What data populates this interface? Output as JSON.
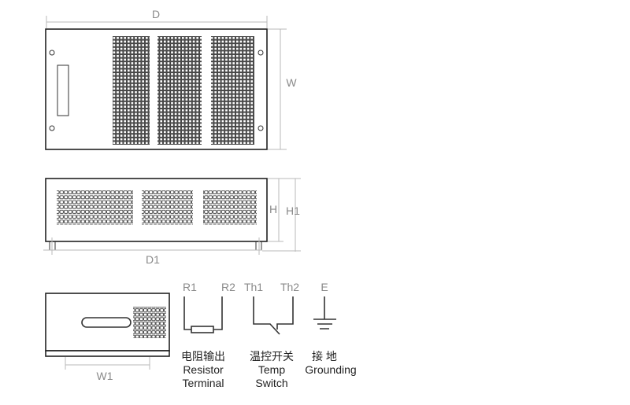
{
  "top_view": {
    "dim_length": "D",
    "dim_width": "W"
  },
  "side_view": {
    "dim_height": "H",
    "dim_total_height": "H1",
    "dim_feet_span": "D1"
  },
  "front_view": {
    "dim_feet_width": "W1"
  },
  "terminals": [
    {
      "pins": [
        "R1",
        "R2"
      ],
      "label_cn": "电阻输出",
      "label_en_1": "Resistor",
      "label_en_2": "Terminal"
    },
    {
      "pins": [
        "Th1",
        "Th2"
      ],
      "label_cn": "温控开关",
      "label_en_1": "Temp",
      "label_en_2": "Switch"
    },
    {
      "pins": [
        "E"
      ],
      "label_cn": "接 地",
      "label_en_1": "Grounding"
    }
  ]
}
